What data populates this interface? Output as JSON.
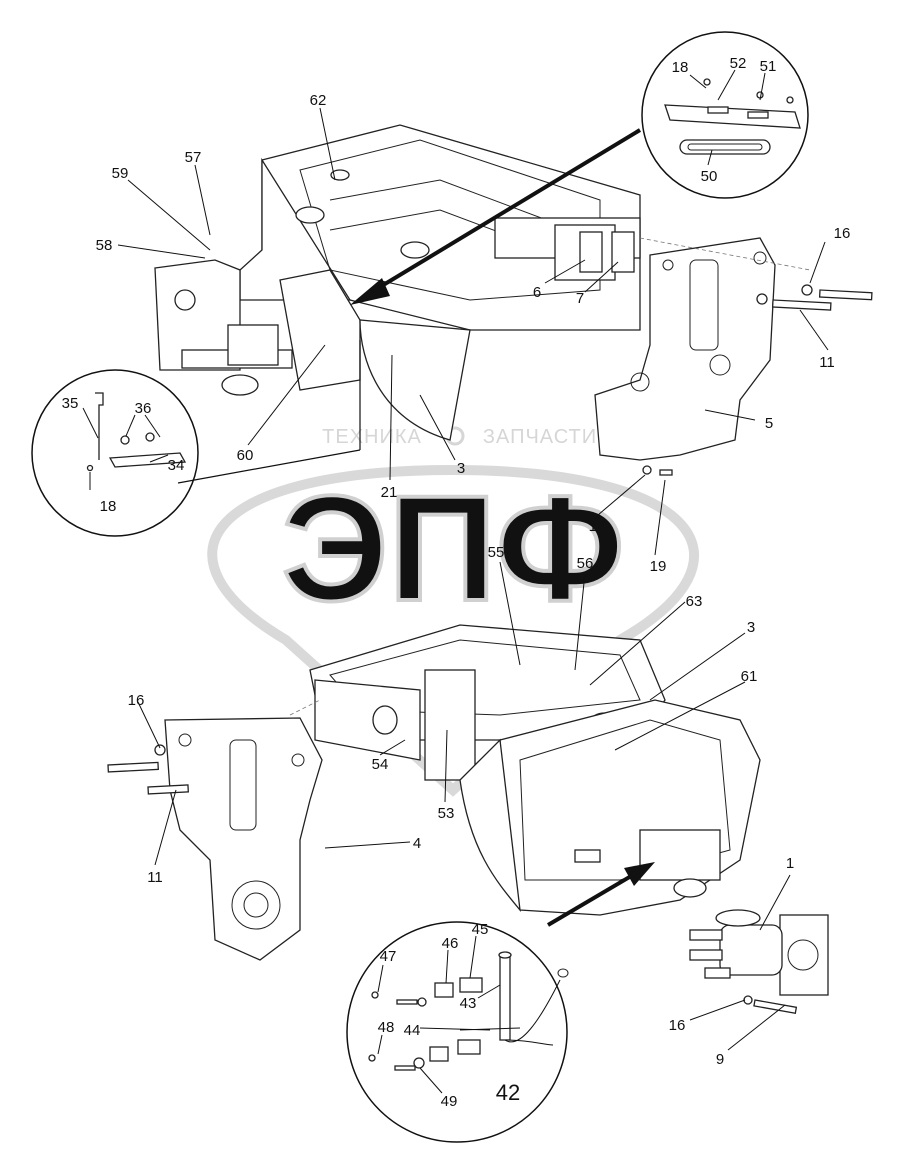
{
  "watermark": {
    "brand": "ЭПФ",
    "text_left": "ТЕХНИКА",
    "text_right": "ЗАПЧАСТИ"
  },
  "callouts": {
    "c62": "62",
    "c57": "57",
    "c59": "59",
    "c58": "58",
    "c60": "60",
    "c21": "21",
    "c3a": "3",
    "c6": "6",
    "c7": "7",
    "c16a": "16",
    "c11a": "11",
    "c5": "5",
    "c17": "17",
    "c19": "19",
    "c55": "55",
    "c56": "56",
    "c63": "63",
    "c3b": "3",
    "c61": "61",
    "c16b": "16",
    "c11b": "11",
    "c54": "54",
    "c53": "53",
    "c4": "4",
    "c1": "1",
    "c16c": "16",
    "c9": "9"
  },
  "detail_top": {
    "c18": "18",
    "c52": "52",
    "c51": "51",
    "c50": "50"
  },
  "detail_left": {
    "c35": "35",
    "c36": "36",
    "c34": "34",
    "c18": "18"
  },
  "detail_bottom": {
    "c47": "47",
    "c46": "46",
    "c45": "45",
    "c43": "43",
    "c48": "48",
    "c44": "44",
    "c49": "49",
    "assembly": "42"
  }
}
